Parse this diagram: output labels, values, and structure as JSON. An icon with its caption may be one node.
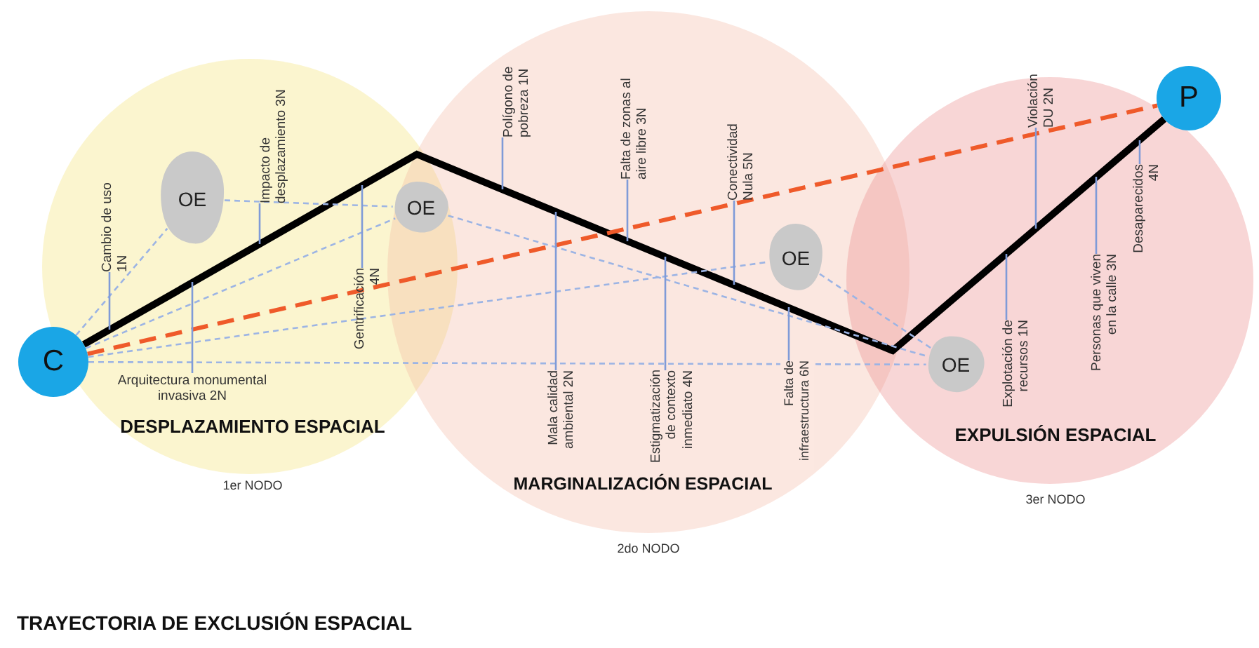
{
  "diagram": {
    "title": "TRAYECTORIA DE EXCLUSIÓN ESPACIAL",
    "nodes": [
      {
        "text": [
          "DESPLAZAMIENTO ESPACIAL"
        ],
        "beside": [
          "1er NODO"
        ]
      },
      {
        "text": [
          "MARGINALIZACIÓN ESPACIAL"
        ],
        "beside": [
          "2do NODO"
        ]
      },
      {
        "text": [
          "EXPULSIÓN ESPACIAL"
        ],
        "beside": [
          "3er NODO"
        ]
      },
      {
        "text": [
          "C"
        ]
      },
      {
        "text": [
          "P"
        ]
      },
      {
        "text": [
          "OE"
        ],
        "in": 0
      },
      {
        "text": [
          "OE"
        ]
      },
      {
        "text": [
          "OE"
        ],
        "in": 1
      },
      {
        "text": [
          "OE"
        ],
        "in": 2
      },
      {
        "text": [
          "Cambio de uso 1N"
        ],
        "in": 0
      },
      {
        "text": [
          "Arquitectura monumental invasiva 2N"
        ],
        "in": 0
      },
      {
        "text": [
          "Impacto de desplazamiento 3N"
        ],
        "in": 0
      },
      {
        "text": [
          "Gentrificación 4N"
        ],
        "in": 0
      },
      {
        "text": [
          "Polígono de pobreza 1N"
        ],
        "in": 1
      },
      {
        "text": [
          "Mala calidad ambiental 2N"
        ],
        "in": 1
      },
      {
        "text": [
          "Falta de zonas al aire libre 3N"
        ],
        "in": 1
      },
      {
        "text": [
          "Estigmatización de contexto inmediato 4N"
        ],
        "in": 1
      },
      {
        "text": [
          "Conectividad Nula 5N"
        ],
        "in": 1
      },
      {
        "text": [
          "Falta de infraestructura 6N"
        ],
        "in": 1
      },
      {
        "text": [
          "Explotación de recursos 1N"
        ],
        "in": 2
      },
      {
        "text": [
          "Violación DU 2N"
        ],
        "in": 2
      },
      {
        "text": [
          "Personas que viven en la calle 3N"
        ],
        "in": 2
      },
      {
        "text": [
          "Desaparecidos 4N"
        ],
        "in": 2
      }
    ],
    "edges": [
      {
        "from": 3,
        "to": 4,
        "arrow": "none",
        "style": "thick",
        "color": "#000000"
      },
      {
        "from": 3,
        "to": 4,
        "arrow": "none",
        "style": "dashed",
        "color": "#ef5a2a"
      },
      {
        "from": 3,
        "to": 5,
        "arrow": "none",
        "style": "dashed",
        "color": "#9cb4e4"
      },
      {
        "from": 3,
        "to": 6,
        "arrow": "none",
        "style": "dashed",
        "color": "#9cb4e4"
      },
      {
        "from": 3,
        "to": 7,
        "arrow": "none",
        "style": "dashed",
        "color": "#9cb4e4"
      },
      {
        "from": 3,
        "to": 8,
        "arrow": "none",
        "style": "dashed",
        "color": "#9cb4e4"
      },
      {
        "from": 5,
        "to": 6,
        "arrow": "none",
        "style": "dashed",
        "color": "#9cb4e4"
      },
      {
        "from": 6,
        "to": 8,
        "arrow": "none",
        "style": "dashed",
        "color": "#9cb4e4"
      },
      {
        "from": 7,
        "to": 8,
        "arrow": "none",
        "style": "dashed",
        "color": "#9cb4e4"
      },
      {
        "from": 9,
        "to": null,
        "arrow": "none",
        "color": "#7f9bd8"
      },
      {
        "from": 10,
        "to": null,
        "arrow": "none",
        "color": "#7f9bd8"
      },
      {
        "from": 11,
        "to": null,
        "arrow": "none",
        "color": "#7f9bd8"
      },
      {
        "from": 12,
        "to": null,
        "arrow": "none",
        "color": "#7f9bd8"
      },
      {
        "from": 13,
        "to": null,
        "arrow": "none",
        "color": "#7f9bd8"
      },
      {
        "from": 14,
        "to": null,
        "arrow": "none",
        "color": "#7f9bd8"
      },
      {
        "from": 15,
        "to": null,
        "arrow": "none",
        "color": "#7f9bd8"
      },
      {
        "from": 16,
        "to": null,
        "arrow": "none",
        "color": "#7f9bd8"
      },
      {
        "from": 17,
        "to": null,
        "arrow": "none",
        "color": "#7f9bd8"
      },
      {
        "from": 18,
        "to": null,
        "arrow": "none",
        "color": "#7f9bd8"
      },
      {
        "from": 19,
        "to": null,
        "arrow": "none",
        "color": "#7f9bd8"
      },
      {
        "from": 20,
        "to": null,
        "arrow": "none",
        "color": "#7f9bd8"
      },
      {
        "from": 21,
        "to": null,
        "arrow": "none",
        "color": "#7f9bd8"
      },
      {
        "from": 22,
        "to": null,
        "arrow": "none",
        "color": "#7f9bd8"
      }
    ]
  }
}
